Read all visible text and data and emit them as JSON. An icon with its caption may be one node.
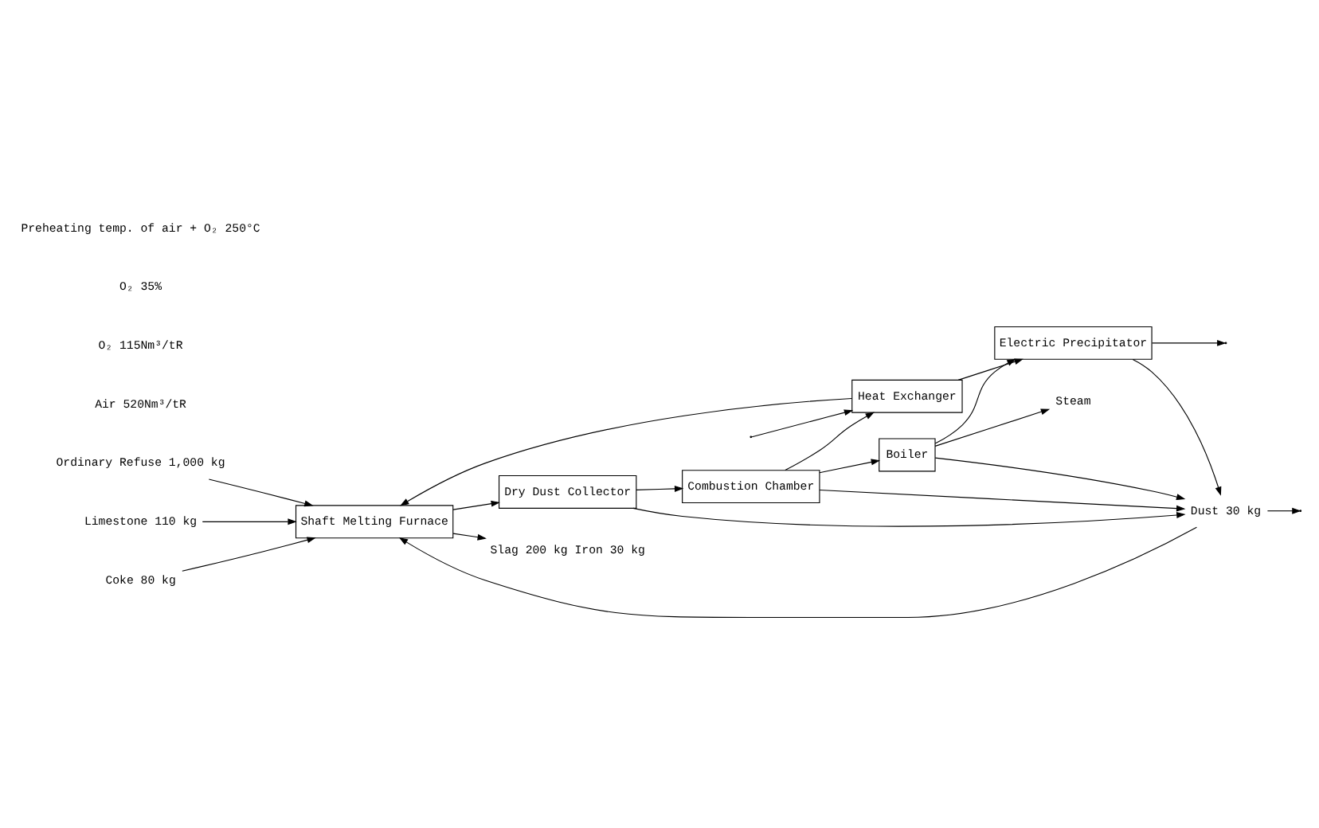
{
  "diagram": {
    "nodes": [
      {
        "text": [
          "Ordinary Refuse 1,000 kg"
        ]
      },
      {
        "text": [
          "Limestone 110 kg"
        ]
      },
      {
        "text": [
          "Coke 80 kg"
        ]
      },
      {
        "text": [
          "Heat Exchanger"
        ]
      },
      {
        "text": [
          "Steam"
        ]
      },
      {
        "text": [
          "Shaft Melting Furnace"
        ]
      },
      {
        "text": [
          "Dry Dust Collector"
        ]
      },
      {
        "text": [
          "Combustion Chamber"
        ]
      },
      {
        "text": [
          "Boiler"
        ]
      },
      {
        "text": [
          "Electric Precipitator"
        ]
      },
      {
        "text": [
          "Dust 30 kg"
        ]
      },
      {
        "text": [
          "Slag 200 kg Iron 30 kg"
        ]
      }
    ],
    "edges": [
      {
        "from": 0,
        "to": 5,
        "arrow": "to"
      },
      {
        "from": 1,
        "to": 5,
        "arrow": "to"
      },
      {
        "from": 2,
        "to": 5,
        "arrow": "to"
      },
      {
        "from": null,
        "to": 3,
        "arrow": "to"
      },
      {
        "from": 3,
        "to": 5,
        "arrow": "to"
      },
      {
        "from": 5,
        "to": 6,
        "arrow": "to"
      },
      {
        "from": 6,
        "to": 7,
        "arrow": "to"
      },
      {
        "from": 7,
        "to": 8,
        "arrow": "to"
      },
      {
        "from": 7,
        "to": 3,
        "arrow": "to"
      },
      {
        "from": 8,
        "to": 4,
        "arrow": "to"
      },
      {
        "from": 3,
        "to": 9,
        "arrow": "to"
      },
      {
        "from": 8,
        "to": 9,
        "arrow": "to"
      },
      {
        "from": 9,
        "to": null,
        "arrow": "to"
      },
      {
        "from": 6,
        "to": 10,
        "arrow": "to"
      },
      {
        "from": 7,
        "to": 10,
        "arrow": "to"
      },
      {
        "from": 8,
        "to": 10,
        "arrow": "to"
      },
      {
        "from": 9,
        "to": 10,
        "arrow": "to"
      },
      {
        "from": 10,
        "to": 5,
        "arrow": "to"
      },
      {
        "from": 10,
        "to": null,
        "arrow": "to"
      },
      {
        "from": 5,
        "to": 11,
        "arrow": "to"
      }
    ],
    "labels": [
      "Air 520Nm³/tR",
      "O₂ 115Nm³/tR",
      "O₂ 35%",
      "Preheating temp. of air + O₂ 250°C"
    ]
  }
}
